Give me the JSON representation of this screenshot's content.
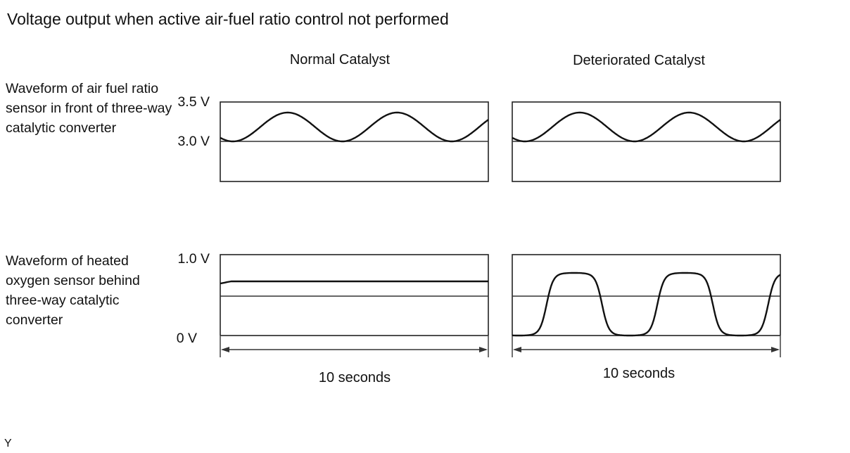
{
  "title": "Voltage output when active air-fuel ratio control not performed",
  "columns": [
    {
      "label": "Normal Catalyst"
    },
    {
      "label": "Deteriorated Catalyst"
    }
  ],
  "rows": [
    {
      "label": "Waveform of air fuel ratio sensor in front of three-way catalytic converter",
      "tick_top": "3.5 V",
      "tick_ref": "3.0 V"
    },
    {
      "label": "Waveform of heated oxygen sensor behind three-way catalytic converter",
      "tick_top": "1.0 V",
      "tick_bottom": "0 V"
    }
  ],
  "duration_label": "10 seconds",
  "footnote": "Y"
}
